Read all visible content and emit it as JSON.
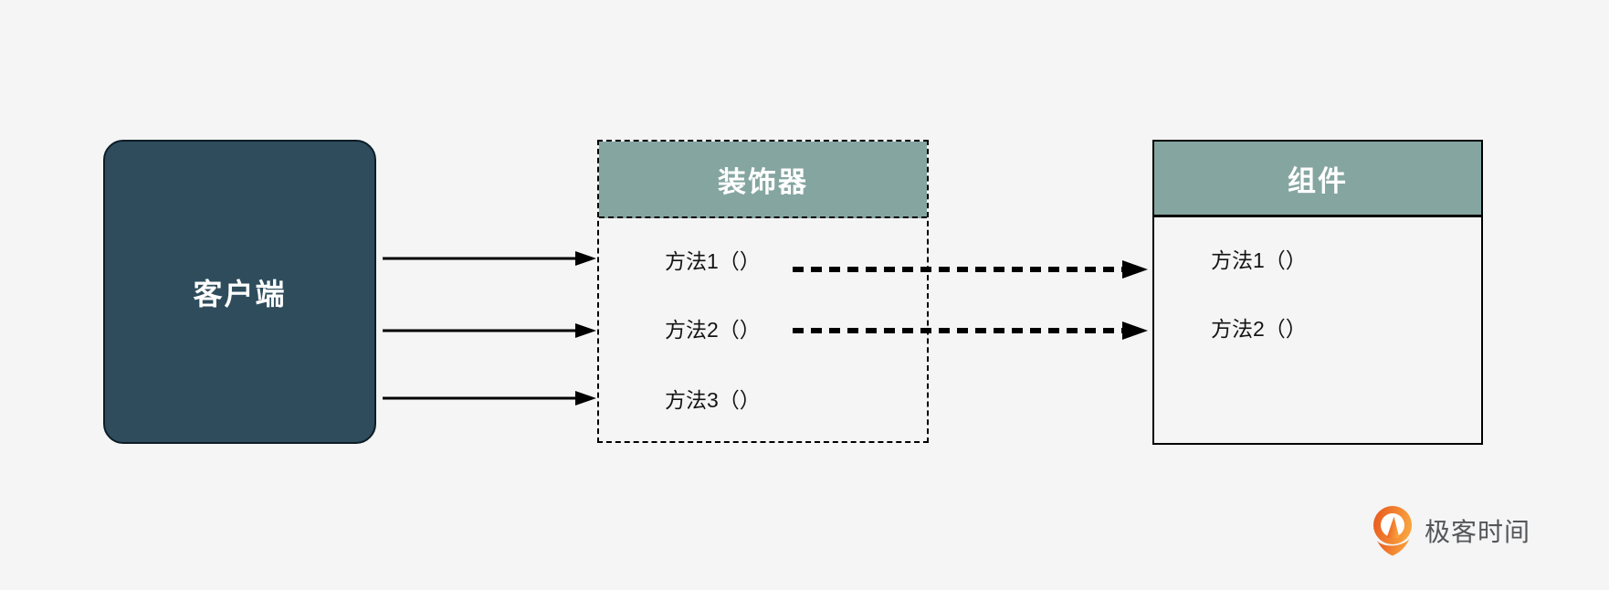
{
  "canvas": {
    "background": "#f4f5f4"
  },
  "client_box": {
    "label": "客户端"
  },
  "decorator_box": {
    "title": "装饰器",
    "border_style": "dashed",
    "methods": [
      "方法1（）",
      "方法2（）",
      "方法3（）"
    ]
  },
  "component_box": {
    "title": "组件",
    "border_style": "solid",
    "methods": [
      "方法1（）",
      "方法2（）"
    ]
  },
  "arrows": {
    "solid_client_to_decorator_count": 3,
    "dashed_decorator_to_component_count": 2,
    "dashed_arrows_link_methods": [
      "方法1（）",
      "方法2（）"
    ]
  },
  "colors": {
    "client_fill": "#2e4c5b",
    "header_fill": "#85a5a1",
    "box_border": "#000000",
    "title_text": "#ffffff",
    "method_text": "#141414",
    "logo_orange_dark": "#e7561e",
    "logo_orange_light": "#f9a13d",
    "logo_text": "#55565a"
  },
  "logo": {
    "label": "极客时间"
  }
}
